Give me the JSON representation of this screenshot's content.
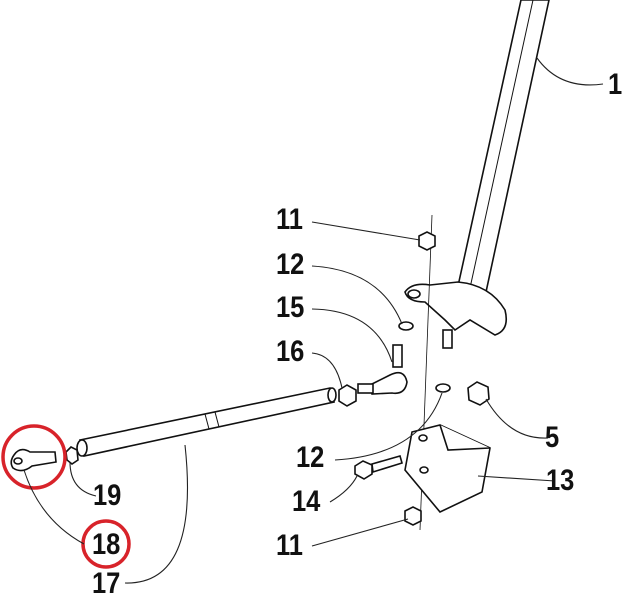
{
  "title": "Steering tie rod parts diagram",
  "highlight_color": "#d8232a",
  "callouts": [
    {
      "id": "c1",
      "label": "1"
    },
    {
      "id": "c11a",
      "label": "11"
    },
    {
      "id": "c12a",
      "label": "12"
    },
    {
      "id": "c15",
      "label": "15"
    },
    {
      "id": "c16",
      "label": "16"
    },
    {
      "id": "c12b",
      "label": "12"
    },
    {
      "id": "c5",
      "label": "5"
    },
    {
      "id": "c13",
      "label": "13"
    },
    {
      "id": "c14",
      "label": "14"
    },
    {
      "id": "c11b",
      "label": "11"
    },
    {
      "id": "c19",
      "label": "19"
    },
    {
      "id": "c18",
      "label": "18"
    },
    {
      "id": "c17",
      "label": "17"
    }
  ]
}
